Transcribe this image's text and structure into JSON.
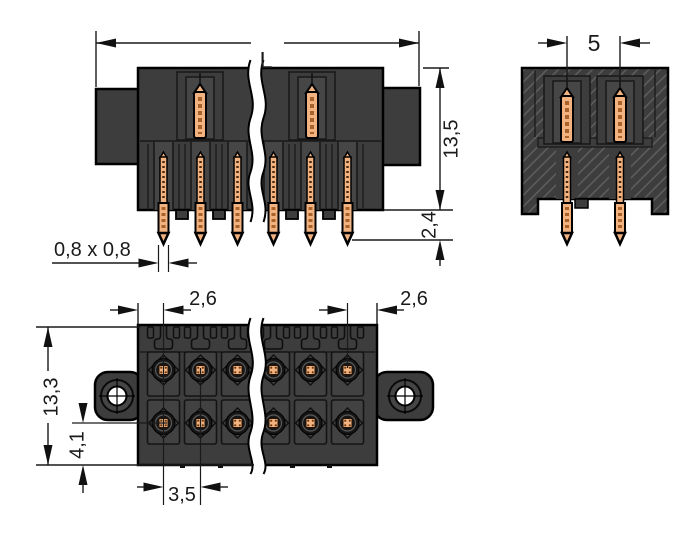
{
  "document": {
    "type": "technical-drawing",
    "subject": "THT male pin header connector, double row, with mounting flanges"
  },
  "colors": {
    "background": "#ffffff",
    "body": "#3d3d3d",
    "body_panel": "#464646",
    "outline": "#000000",
    "pin": "#f2b380",
    "pin_detail": "#a9632a",
    "dimension": "#1a1a1a"
  },
  "views": {
    "side": {
      "name": "side-view",
      "dims": {
        "length": "L",
        "height": "13,5",
        "pin_protrusion": "2,4",
        "pin_cross_section": "0,8 x 0,8"
      }
    },
    "section": {
      "name": "section-view",
      "dims": {
        "row_pitch": "5"
      }
    },
    "front": {
      "name": "front-view",
      "dims": {
        "edge_to_pin_left": "2,6",
        "edge_to_pin_right": "2,6",
        "height": "13,3",
        "row_offset": "4,1",
        "pin_pitch": "3,5"
      }
    }
  }
}
